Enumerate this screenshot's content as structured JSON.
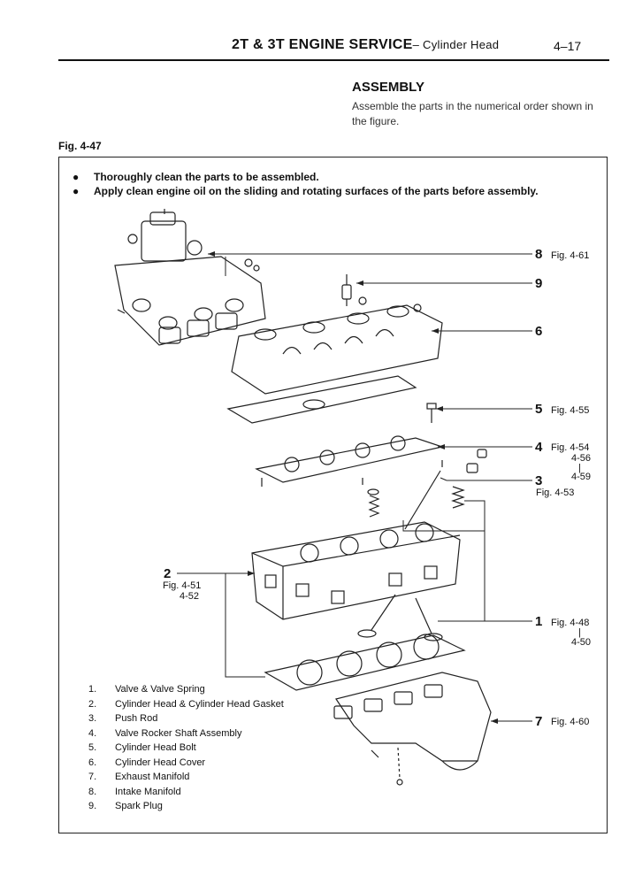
{
  "header": {
    "title_bold": "2T & 3T ENGINE SERVICE",
    "title_sub": "– Cylinder Head",
    "page_number": "4–17"
  },
  "section": {
    "title": "ASSEMBLY",
    "body": "Assemble the parts in the numerical order shown in the figure."
  },
  "figure": {
    "label": "Fig. 4-47",
    "notes": [
      "Thoroughly clean the parts to be assembled.",
      "Apply clean engine oil on the sliding and rotating surfaces of the parts before assembly."
    ],
    "callouts": {
      "c8": {
        "num": "8",
        "ref": "Fig. 4-61"
      },
      "c9": {
        "num": "9"
      },
      "c6": {
        "num": "6"
      },
      "c5": {
        "num": "5",
        "ref": "Fig. 4-55"
      },
      "c4": {
        "num": "4",
        "ref": "Fig. 4-54",
        "ref2": "4-56",
        "dash": "|",
        "ref3": "4-59"
      },
      "c3": {
        "num": "3",
        "ref": "Fig. 4-53"
      },
      "c2": {
        "num": "2",
        "ref": "Fig. 4-51",
        "ref2": "4-52"
      },
      "c1": {
        "num": "1",
        "ref": "Fig. 4-48",
        "dash": "|",
        "ref2": "4-50"
      },
      "c7": {
        "num": "7",
        "ref": "Fig. 4-60"
      }
    },
    "parts": [
      {
        "num": "1.",
        "name": "Valve & Valve Spring"
      },
      {
        "num": "2.",
        "name": "Cylinder Head & Cylinder Head Gasket"
      },
      {
        "num": "3.",
        "name": "Push Rod"
      },
      {
        "num": "4.",
        "name": "Valve Rocker Shaft Assembly"
      },
      {
        "num": "5.",
        "name": "Cylinder Head Bolt"
      },
      {
        "num": "6.",
        "name": "Cylinder Head Cover"
      },
      {
        "num": "7.",
        "name": "Exhaust Manifold"
      },
      {
        "num": "8.",
        "name": "Intake Manifold"
      },
      {
        "num": "9.",
        "name": "Spark Plug"
      }
    ]
  }
}
